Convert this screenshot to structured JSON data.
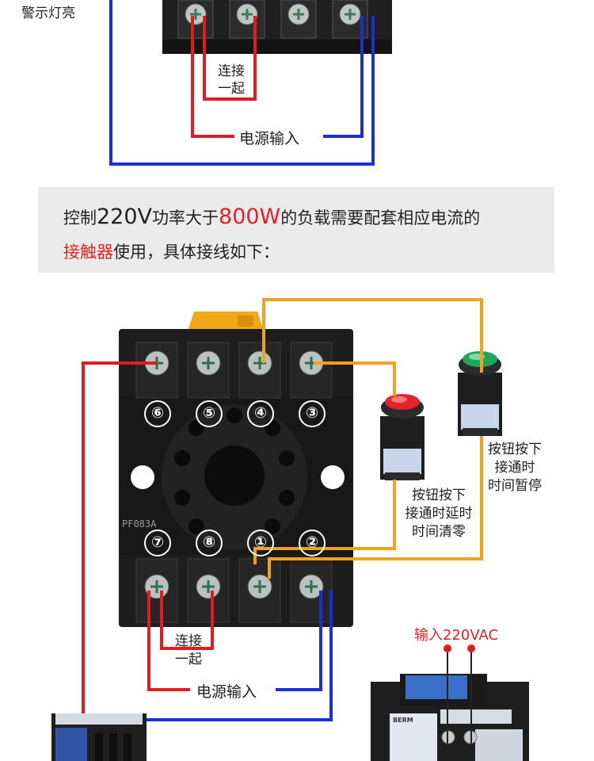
{
  "top_section": {
    "warning_light_label": "警示灯亮",
    "connect_together_line1": "连接",
    "connect_together_line2": "一起",
    "power_input_label": "电源输入"
  },
  "banner": {
    "line1_prefix": "控制",
    "line1_voltage": "220V",
    "line1_middle": "功率大于",
    "line1_power": "800W",
    "line1_suffix": "的负载需要配套相应电流的",
    "line2_contactor": "接触器",
    "line2_suffix": "使用，具体接线如下："
  },
  "relay": {
    "terminals_top": [
      "⑥",
      "⑤",
      "④",
      "③"
    ],
    "terminals_bottom": [
      "⑦",
      "⑧",
      "①",
      "②"
    ],
    "model_text": "PF083A"
  },
  "buttons": {
    "red_button_line1": "按钮按下",
    "red_button_line2": "接通时延时",
    "red_button_line3": "时间清零",
    "green_button_line1": "按钮按下",
    "green_button_line2": "接通时",
    "green_button_line3": "时间暂停"
  },
  "bottom_section": {
    "connect_together_line1": "连接",
    "connect_together_line2": "一起",
    "power_input_label": "电源输入",
    "input_220vac_label": "输入220VAC",
    "contactor_brand": "BERM"
  },
  "colors": {
    "red_wire": "#e11b22",
    "blue_wire": "#1b2fd6",
    "orange_wire": "#f2a21a",
    "banner_bg": "#ebebeb",
    "accent_red_text": "#e52222"
  }
}
